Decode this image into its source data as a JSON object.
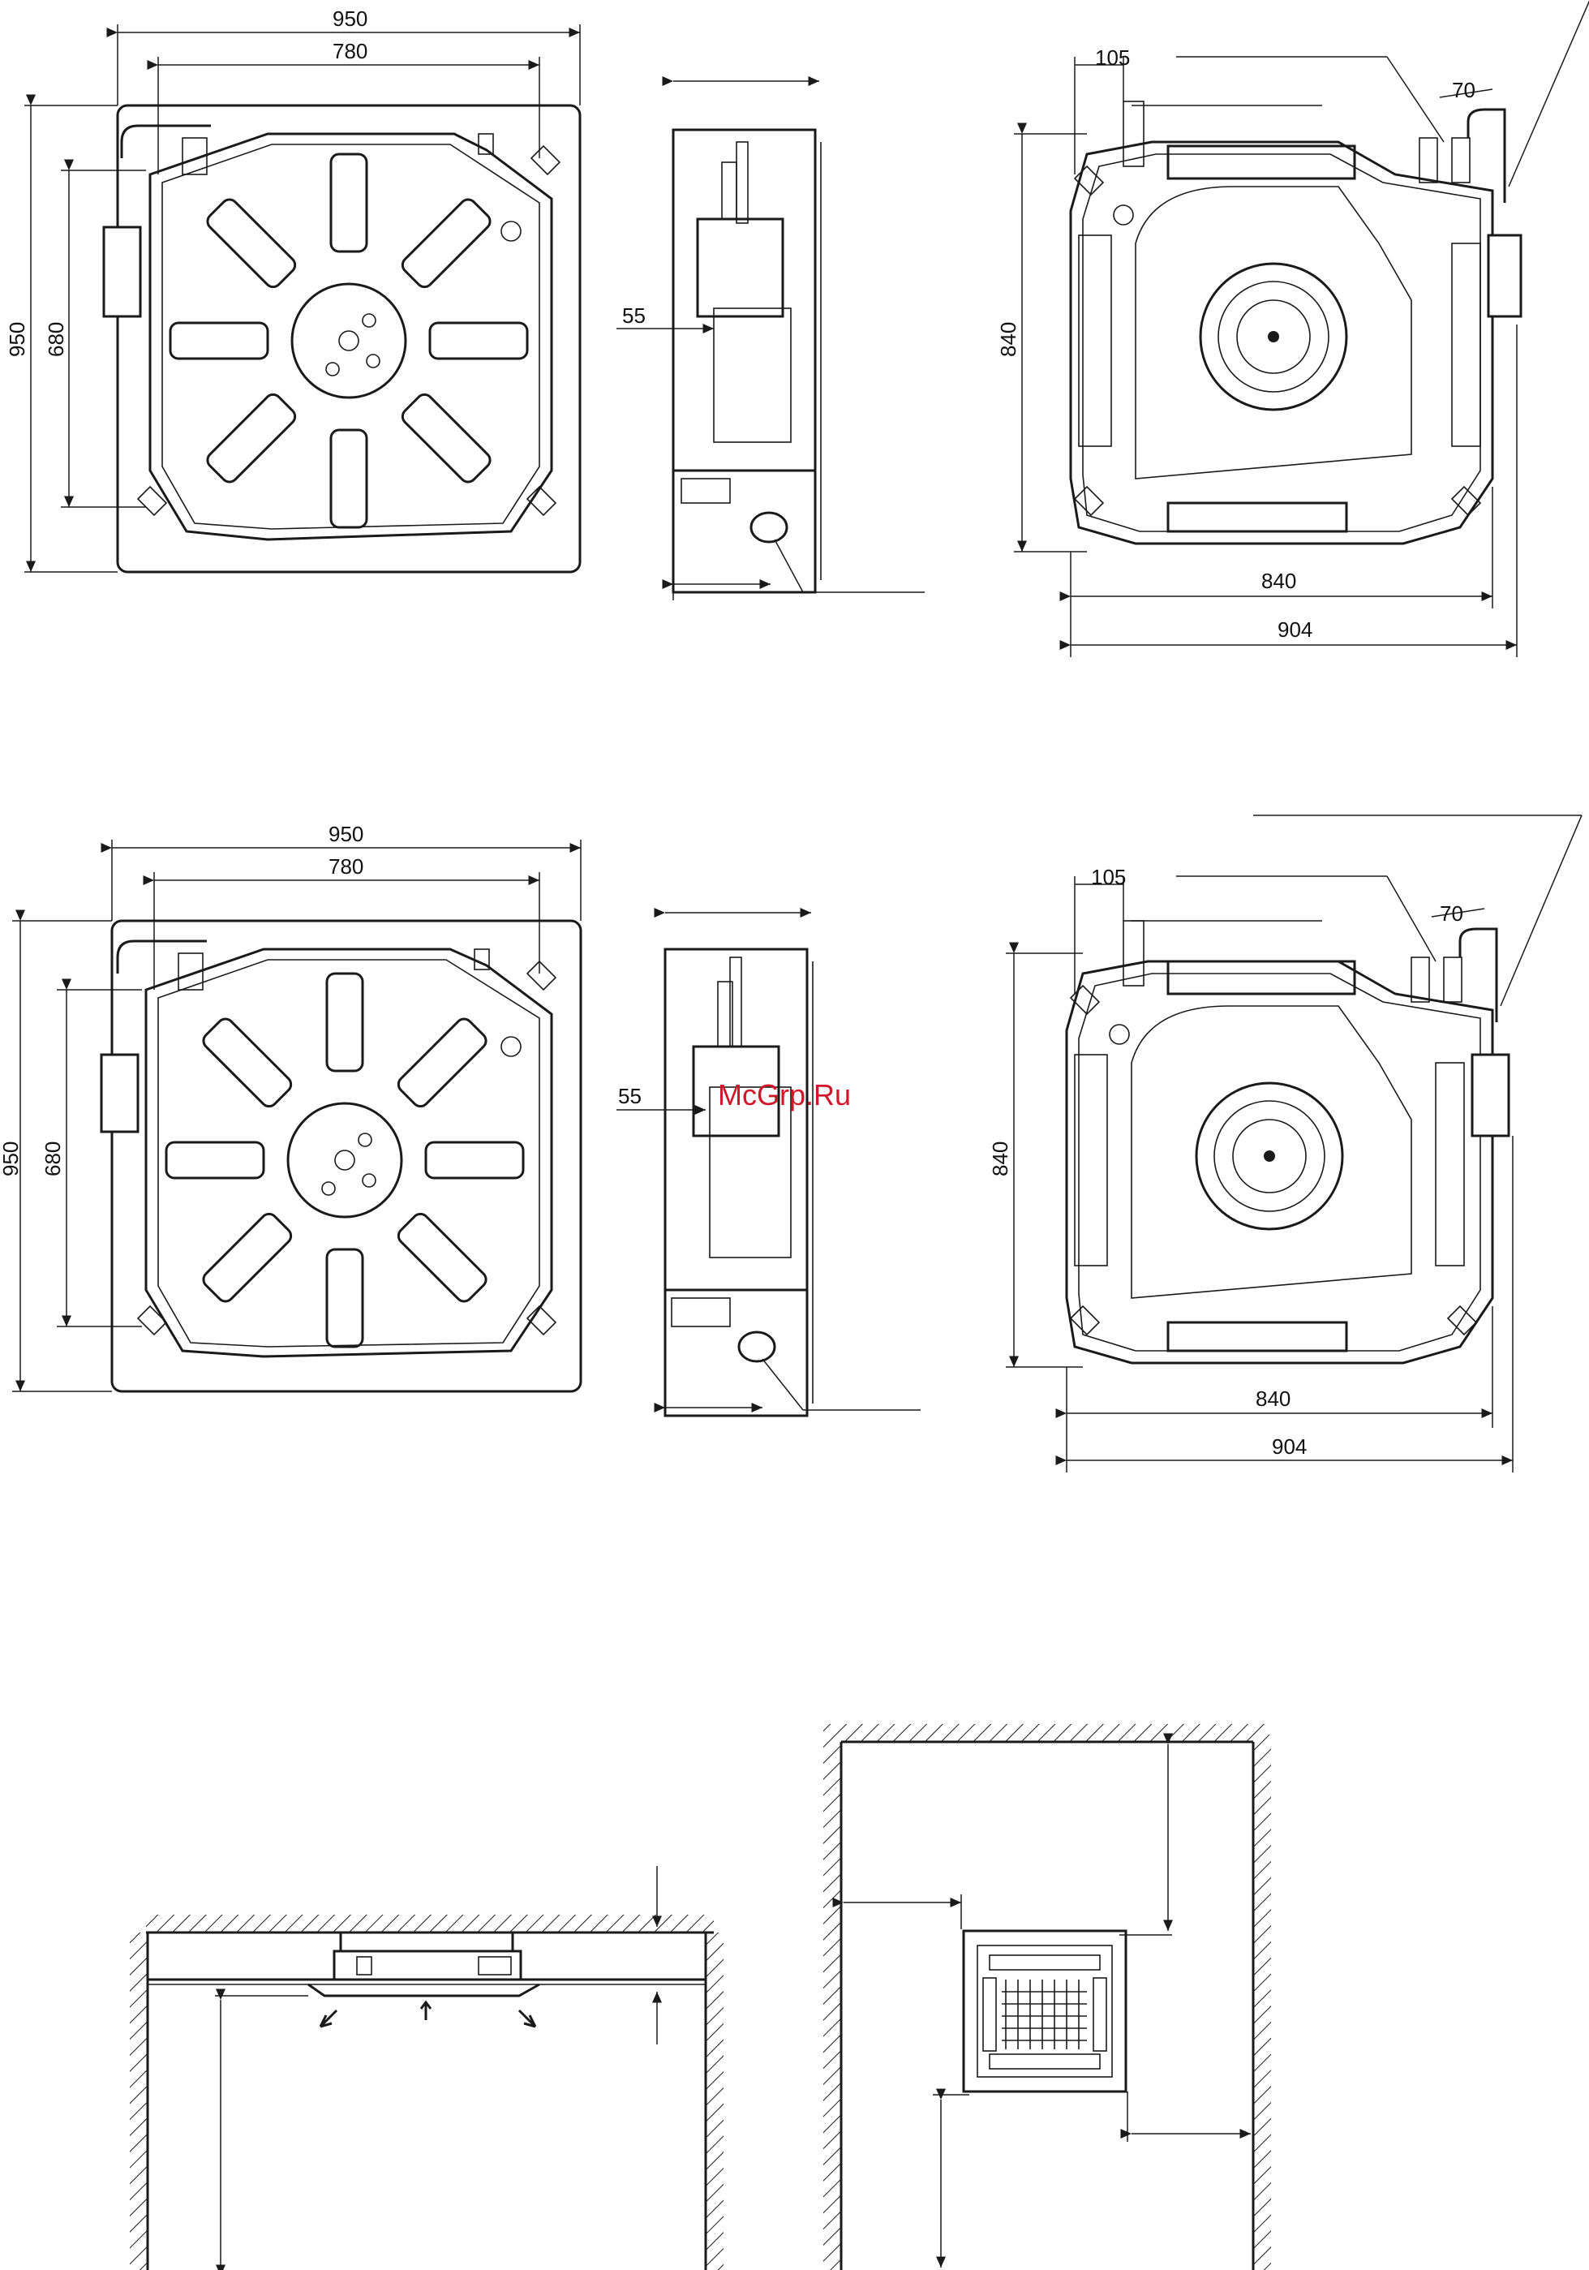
{
  "watermark": "McGrp.Ru",
  "colors": {
    "line": "#1a1a1a",
    "watermark": "#d0162a",
    "background": "#ffffff"
  },
  "dimensions": {
    "panel_width": "950",
    "hanger_span": "780",
    "panel_height": "950",
    "hanger_height": "680",
    "side_offset": "55",
    "pipe_offset_105": "105",
    "pipe_offset_70": "70",
    "body_height": "840",
    "body_width": "840",
    "body_total": "904"
  }
}
